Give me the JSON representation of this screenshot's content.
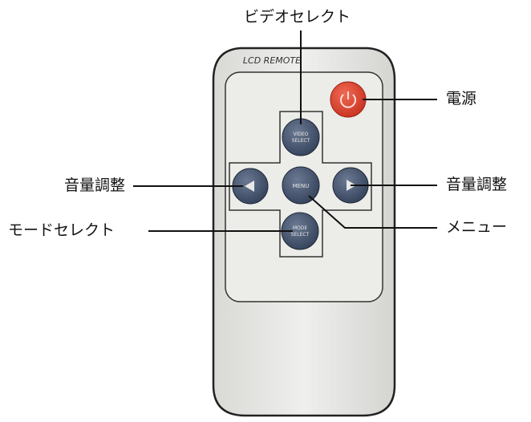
{
  "remote": {
    "brand_text": "LCD REMOTE",
    "buttons": {
      "power": {
        "icon": "power-icon",
        "color": "#d9412f"
      },
      "video_select": {
        "line1": "VIDEO",
        "line2": "SELECT"
      },
      "menu": {
        "label": "MENU"
      },
      "mode_select": {
        "line1": "MODE",
        "line2": "SELECT"
      },
      "left": {
        "icon": "triangle-left-icon"
      },
      "right": {
        "icon": "triangle-right-icon"
      }
    },
    "colors": {
      "body": "#e9e9e7",
      "button": "#3e4f68",
      "power": "#d9412f"
    }
  },
  "callouts": {
    "video_select": "ビデオセレクト",
    "power": "電源",
    "volume_left": "音量調整",
    "volume_right": "音量調整",
    "mode_select": "モードセレクト",
    "menu": "メニュー"
  }
}
